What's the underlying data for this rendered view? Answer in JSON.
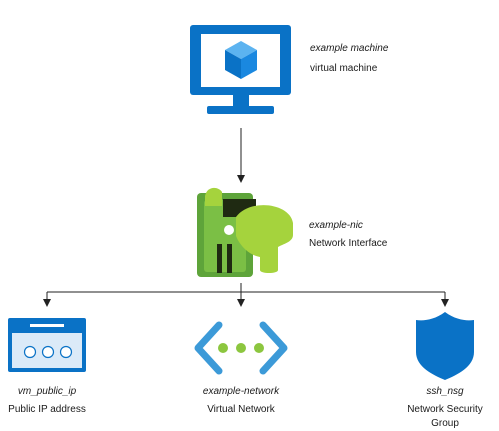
{
  "colors": {
    "azure_blue": "#0a72c6",
    "nic_green_dark": "#5ea43a",
    "nic_green_light": "#a5d33d",
    "connector": "#222222"
  },
  "nodes": {
    "vm": {
      "name": "example machine",
      "type": "virtual machine",
      "icon": "virtual-machine-icon"
    },
    "nic": {
      "name": "example-nic",
      "type": "Network Interface",
      "icon": "network-interface-icon"
    },
    "pip": {
      "name": "vm_public_ip",
      "type": "Public IP address",
      "icon": "public-ip-icon"
    },
    "vnet": {
      "name": "example-network",
      "type": "Virtual Network",
      "icon": "virtual-network-icon"
    },
    "nsg": {
      "name": "ssh_nsg",
      "type": "Network Security Group",
      "icon": "shield-icon"
    }
  }
}
